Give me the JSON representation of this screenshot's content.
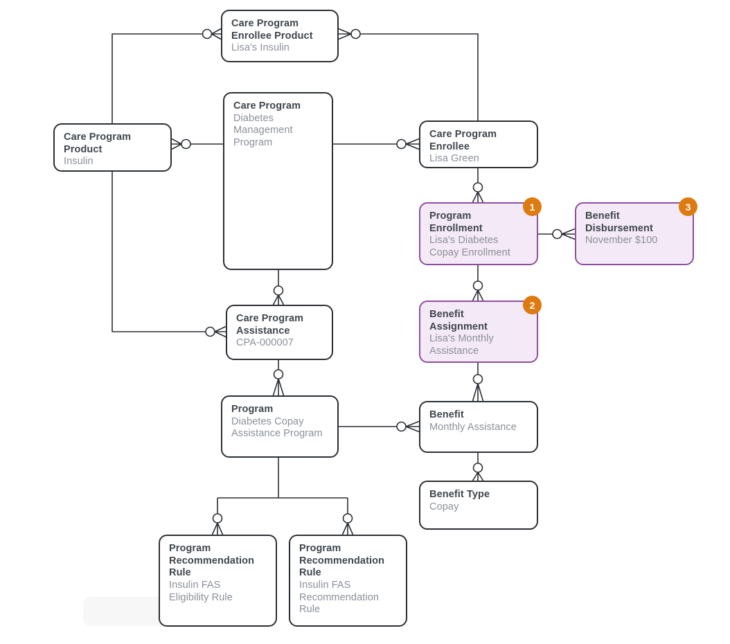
{
  "diagram": {
    "type": "entity-relationship-diagram",
    "background_color": "#ffffff",
    "node_border_color": "#2b2f33",
    "highlight_fill_color": "#f4e9f6",
    "highlight_border_color": "#8e4e9e",
    "badge_color": "#dd7a10",
    "title_color": "#3f464d",
    "subtitle_color": "#8a9098",
    "nodes": [
      {
        "id": "care-program-enrollee-product",
        "title": "Care Program Enrollee Product",
        "subtitle": "Lisa's Insulin",
        "highlighted": false,
        "badge": null
      },
      {
        "id": "care-program-product",
        "title": "Care Program Product",
        "subtitle": "Insulin",
        "highlighted": false,
        "badge": null
      },
      {
        "id": "care-program",
        "title": "Care Program",
        "subtitle": "Diabetes Management Program",
        "highlighted": false,
        "badge": null
      },
      {
        "id": "care-program-enrollee",
        "title": "Care Program Enrollee",
        "subtitle": "Lisa Green",
        "highlighted": false,
        "badge": null
      },
      {
        "id": "program-enrollment",
        "title": "Program Enrollment",
        "subtitle": "Lisa's Diabetes Copay Enrollment",
        "highlighted": true,
        "badge": "1"
      },
      {
        "id": "benefit-disbursement",
        "title": "Benefit Disbursement",
        "subtitle": "November $100",
        "highlighted": true,
        "badge": "3"
      },
      {
        "id": "care-program-assistance",
        "title": "Care Program Assistance",
        "subtitle": "CPA-000007",
        "highlighted": false,
        "badge": null
      },
      {
        "id": "benefit-assignment",
        "title": "Benefit Assignment",
        "subtitle": "Lisa's Monthly Assistance",
        "highlighted": true,
        "badge": "2"
      },
      {
        "id": "program",
        "title": "Program",
        "subtitle": "Diabetes Copay Assistance Program",
        "highlighted": false,
        "badge": null
      },
      {
        "id": "benefit",
        "title": "Benefit",
        "subtitle": "Monthly Assistance",
        "highlighted": false,
        "badge": null
      },
      {
        "id": "benefit-type",
        "title": "Benefit Type",
        "subtitle": "Copay",
        "highlighted": false,
        "badge": null
      },
      {
        "id": "program-recommendation-rule-eligibility",
        "title": "Program Recommendation Rule",
        "subtitle": "Insulin FAS Eligibility Rule",
        "highlighted": false,
        "badge": null
      },
      {
        "id": "program-recommendation-rule-recommendation",
        "title": "Program Recommendation Rule",
        "subtitle": "Insulin FAS Recommendation Rule",
        "highlighted": false,
        "badge": null
      }
    ],
    "relationships": [
      {
        "from": "care-program-product",
        "to": "care-program-enrollee-product",
        "notation": "zero-or-many"
      },
      {
        "from": "care-program-enrollee-product",
        "to": "care-program-enrollee",
        "notation": "zero-or-many"
      },
      {
        "from": "care-program",
        "to": "care-program-product",
        "notation": "zero-or-many"
      },
      {
        "from": "care-program",
        "to": "care-program-enrollee",
        "notation": "zero-or-many"
      },
      {
        "from": "care-program",
        "to": "care-program-assistance",
        "notation": "zero-or-many"
      },
      {
        "from": "care-program-product",
        "to": "care-program-assistance",
        "notation": "zero-or-many"
      },
      {
        "from": "care-program-enrollee",
        "to": "program-enrollment",
        "notation": "zero-or-many"
      },
      {
        "from": "program-enrollment",
        "to": "benefit-disbursement",
        "notation": "zero-or-many"
      },
      {
        "from": "program-enrollment",
        "to": "benefit-assignment",
        "notation": "zero-or-many"
      },
      {
        "from": "benefit-assignment",
        "to": "benefit",
        "notation": "zero-or-many"
      },
      {
        "from": "care-program-assistance",
        "to": "program",
        "notation": "zero-or-many"
      },
      {
        "from": "program",
        "to": "benefit",
        "notation": "zero-or-many"
      },
      {
        "from": "benefit",
        "to": "benefit-type",
        "notation": "zero-or-many"
      },
      {
        "from": "program",
        "to": "program-recommendation-rule-eligibility",
        "notation": "zero-or-many"
      },
      {
        "from": "program",
        "to": "program-recommendation-rule-recommendation",
        "notation": "zero-or-many"
      }
    ]
  }
}
